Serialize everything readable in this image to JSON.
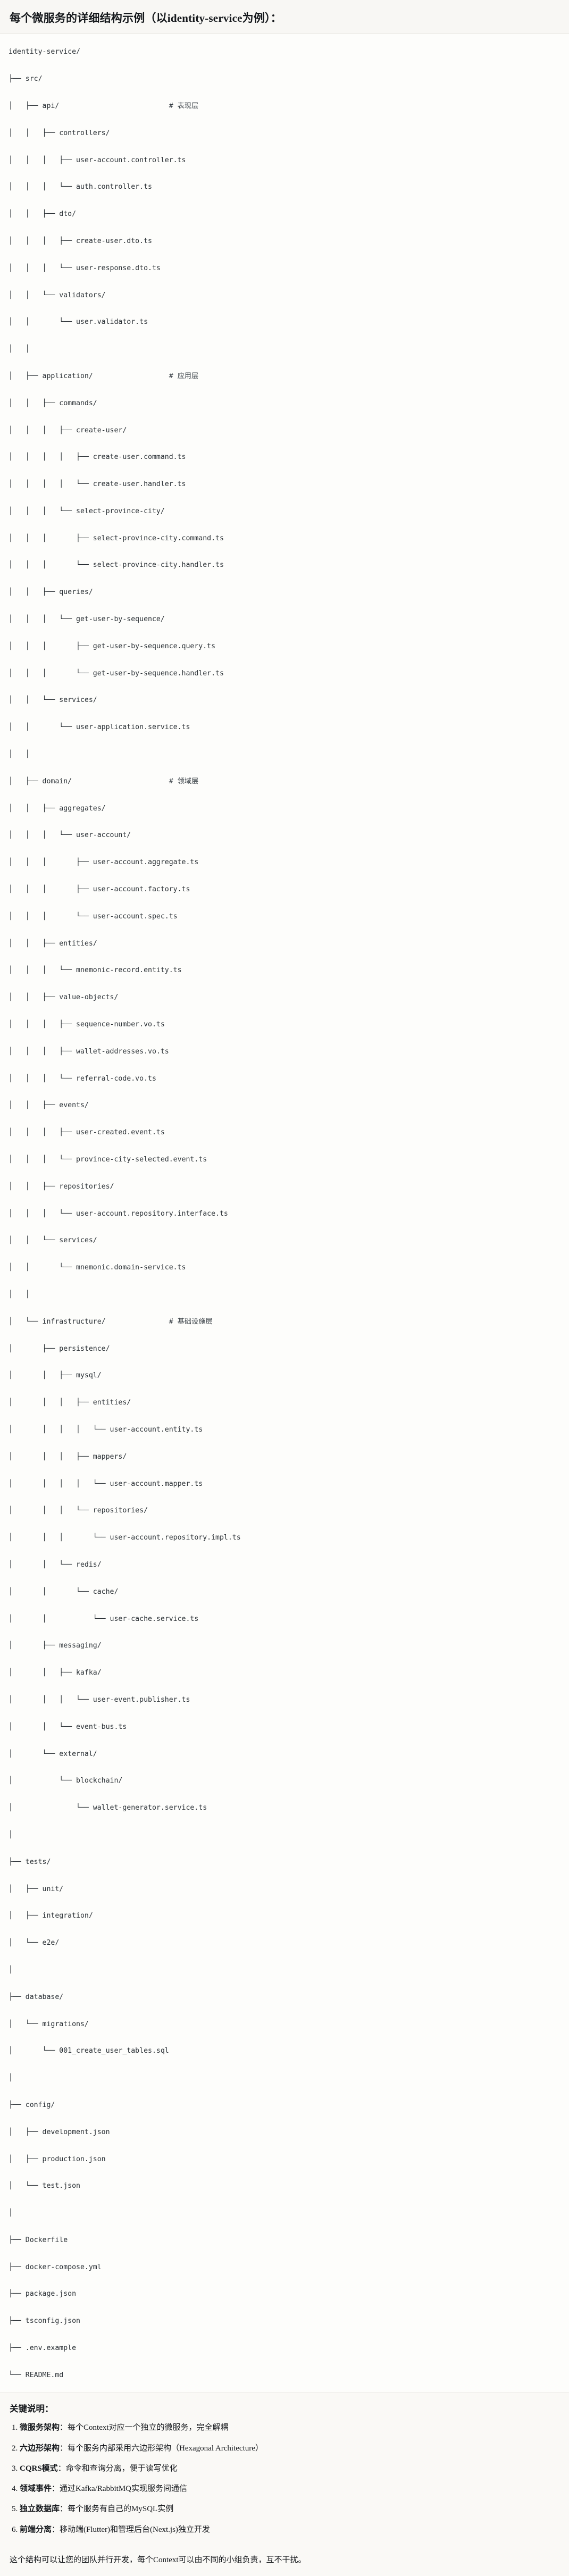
{
  "header": {
    "title": "每个微服务的详细结构示例（以identity-service为例）："
  },
  "tree": {
    "root": "identity-service/",
    "lines": [
      "identity-service/",
      "├── src/",
      "│   ├── api/                          # 表现层",
      "│   │   ├── controllers/",
      "│   │   │   ├── user-account.controller.ts",
      "│   │   │   └── auth.controller.ts",
      "│   │   ├── dto/",
      "│   │   │   ├── create-user.dto.ts",
      "│   │   │   └── user-response.dto.ts",
      "│   │   └── validators/",
      "│   │       └── user.validator.ts",
      "│   │",
      "│   ├── application/                  # 应用层",
      "│   │   ├── commands/",
      "│   │   │   ├── create-user/",
      "│   │   │   │   ├── create-user.command.ts",
      "│   │   │   │   └── create-user.handler.ts",
      "│   │   │   └── select-province-city/",
      "│   │   │       ├── select-province-city.command.ts",
      "│   │   │       └── select-province-city.handler.ts",
      "│   │   ├── queries/",
      "│   │   │   └── get-user-by-sequence/",
      "│   │   │       ├── get-user-by-sequence.query.ts",
      "│   │   │       └── get-user-by-sequence.handler.ts",
      "│   │   └── services/",
      "│   │       └── user-application.service.ts",
      "│   │",
      "│   ├── domain/                       # 领域层",
      "│   │   ├── aggregates/",
      "│   │   │   └── user-account/",
      "│   │   │       ├── user-account.aggregate.ts",
      "│   │   │       ├── user-account.factory.ts",
      "│   │   │       └── user-account.spec.ts",
      "│   │   ├── entities/",
      "│   │   │   └── mnemonic-record.entity.ts",
      "│   │   ├── value-objects/",
      "│   │   │   ├── sequence-number.vo.ts",
      "│   │   │   ├── wallet-addresses.vo.ts",
      "│   │   │   └── referral-code.vo.ts",
      "│   │   ├── events/",
      "│   │   │   ├── user-created.event.ts",
      "│   │   │   └── province-city-selected.event.ts",
      "│   │   ├── repositories/",
      "│   │   │   └── user-account.repository.interface.ts",
      "│   │   └── services/",
      "│   │       └── mnemonic.domain-service.ts",
      "│   │",
      "│   └── infrastructure/               # 基础设施层",
      "│       ├── persistence/",
      "│       │   ├── mysql/",
      "│       │   │   ├── entities/",
      "│       │   │   │   └── user-account.entity.ts",
      "│       │   │   ├── mappers/",
      "│       │   │   │   └── user-account.mapper.ts",
      "│       │   │   └── repositories/",
      "│       │   │       └── user-account.repository.impl.ts",
      "│       │   └── redis/",
      "│       │       └── cache/",
      "│       │           └── user-cache.service.ts",
      "│       ├── messaging/",
      "│       │   ├── kafka/",
      "│       │   │   └── user-event.publisher.ts",
      "│       │   └── event-bus.ts",
      "│       └── external/",
      "│           └── blockchain/",
      "│               └── wallet-generator.service.ts",
      "│",
      "├── tests/",
      "│   ├── unit/",
      "│   ├── integration/",
      "│   └── e2e/",
      "│",
      "├── database/",
      "│   └── migrations/",
      "│       └── 001_create_user_tables.sql",
      "│",
      "├── config/",
      "│   ├── development.json",
      "│   ├── production.json",
      "│   └── test.json",
      "│",
      "├── Dockerfile",
      "├── docker-compose.yml",
      "├── package.json",
      "├── tsconfig.json",
      "├── .env.example",
      "└── README.md"
    ],
    "layer_comments": [
      "# 表现层",
      "# 应用层",
      "# 领域层",
      "# 基础设施层"
    ]
  },
  "keypoints": {
    "title": "关键说明：",
    "items": [
      {
        "term": "微服务架构",
        "sep": "：",
        "desc": "每个Context对应一个独立的微服务，完全解耦"
      },
      {
        "term": "六边形架构",
        "sep": "：",
        "desc": "每个服务内部采用六边形架构（Hexagonal Architecture）"
      },
      {
        "term": "CQRS模式",
        "sep": "：",
        "desc": "命令和查询分离，便于读写优化"
      },
      {
        "term": "领域事件",
        "sep": "：",
        "desc": "通过Kafka/RabbitMQ实现服务间通信"
      },
      {
        "term": "独立数据库",
        "sep": "：",
        "desc": "每个服务有自己的MySQL实例"
      },
      {
        "term": "前端分离",
        "sep": "：",
        "desc": "移动端(Flutter)和管理后台(Next.js)独立开发"
      }
    ]
  },
  "footer": {
    "note": "这个结构可以让您的团队并行开发，每个Context可以由不同的小组负责，互不干扰。"
  },
  "colors": {
    "page_bg": "#faf9f6",
    "code_bg": "#fdfdfb",
    "text": "#15181c",
    "code_text": "#2b3136",
    "divider": "#e3e1dc"
  }
}
